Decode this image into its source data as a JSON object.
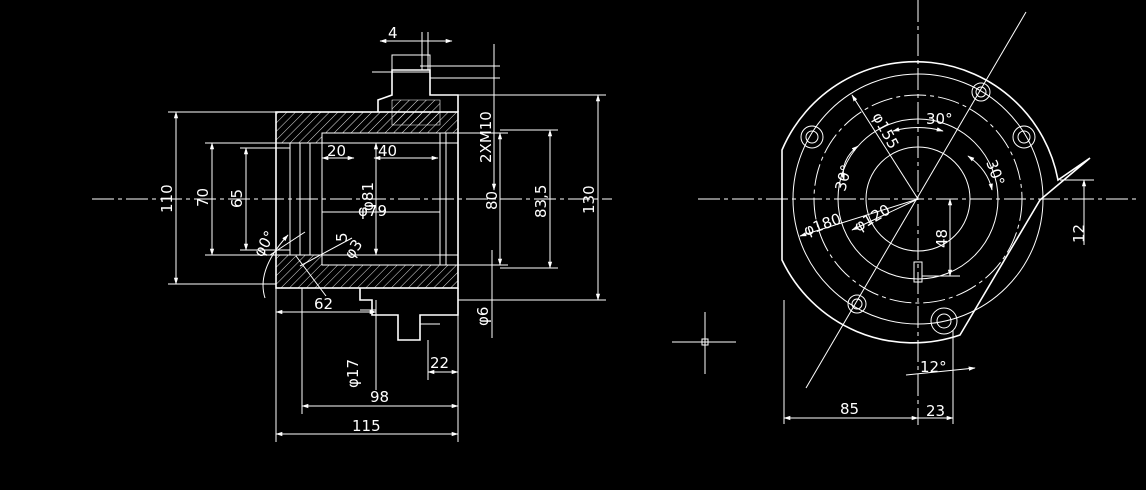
{
  "drawing": {
    "background": "#000000",
    "line_color": "#ffffff",
    "section_view": {
      "dims": {
        "d4": "4",
        "d2xM10": "2XM10",
        "d110": "110",
        "d70": "70",
        "d65": "65",
        "d20": "20",
        "d40": "40",
        "phi81": "φ81",
        "phi79": "φ79",
        "d80": "80",
        "d83_5": "83,5",
        "d130": "130",
        "phi0": "φ0°",
        "d5": "5",
        "phi3": "φ3",
        "d62": "62",
        "phi6": "φ6",
        "phi17": "φ17",
        "d22": "22",
        "d98": "98",
        "d115": "115"
      }
    },
    "front_view": {
      "dims": {
        "a30top": "30°",
        "phi155": "φ155",
        "a30left": "30°",
        "a30right": "30°",
        "phi180": "φ180",
        "phi120": "φ120",
        "d48": "48",
        "d12": "12",
        "a12": "12°",
        "d85": "85",
        "d23": "23"
      }
    }
  }
}
